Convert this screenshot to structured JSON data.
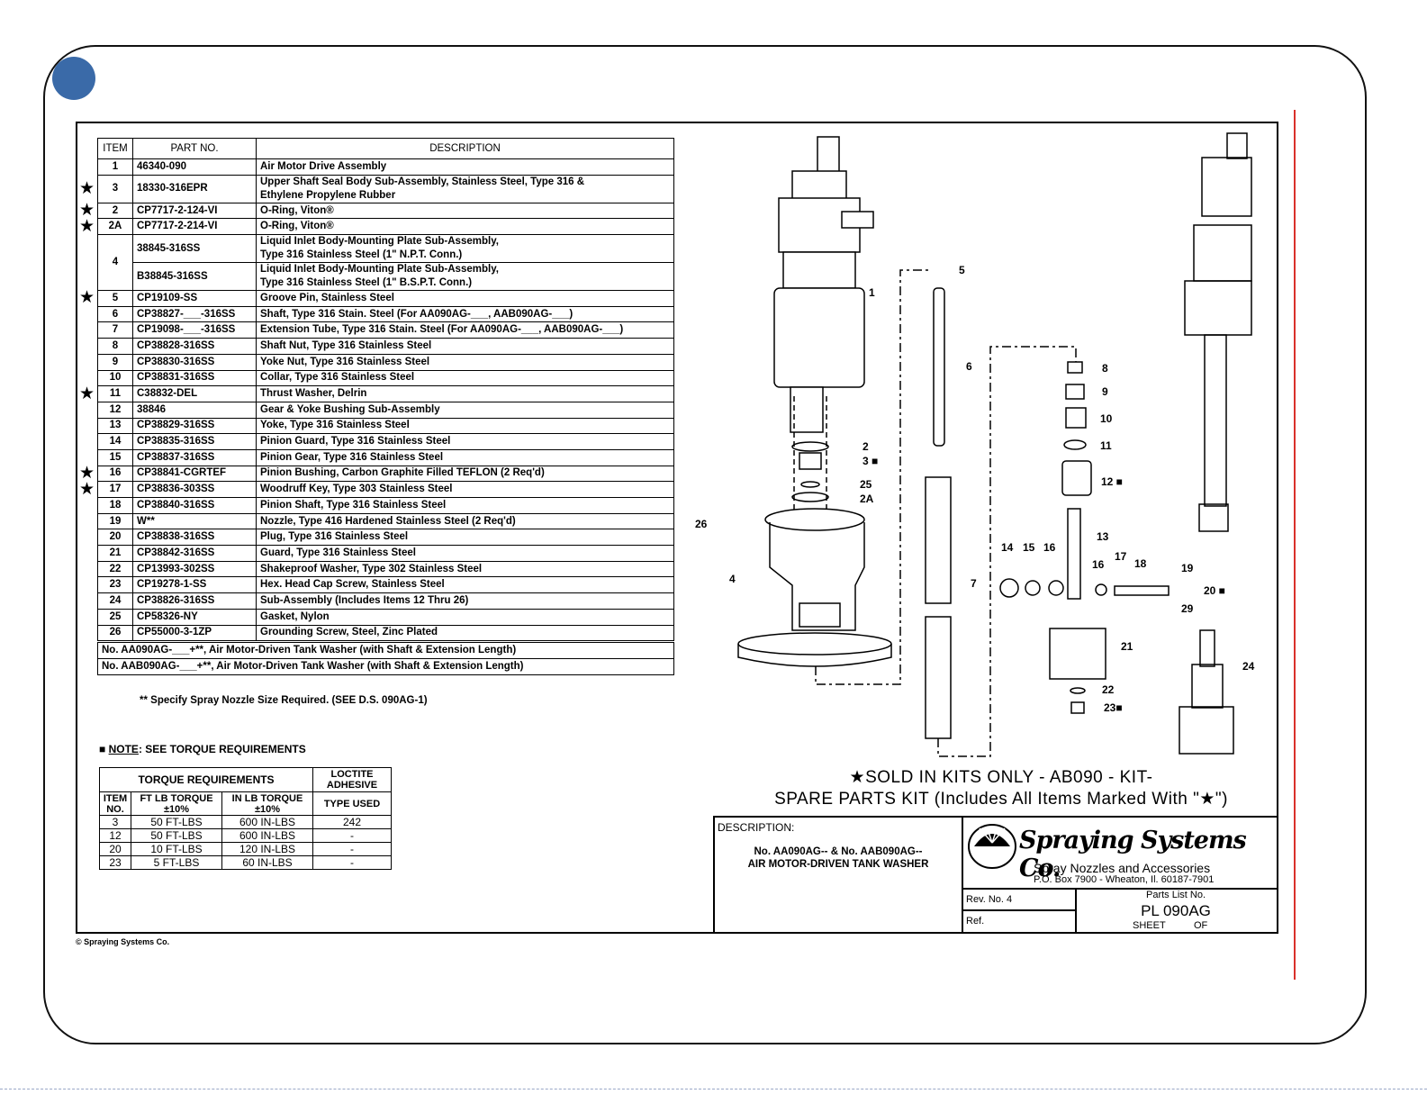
{
  "parts_table": {
    "headers": [
      "ITEM",
      "PART NO.",
      "DESCRIPTION"
    ],
    "rows": [
      {
        "item": "1",
        "part": "46340-090",
        "desc": "Air Motor Drive Assembly",
        "star": false
      },
      {
        "item": "3",
        "part": "18330-316EPR",
        "desc": "Upper Shaft Seal Body Sub-Assembly, Stainless Steel, Type 316 &",
        "desc2": "Ethylene Propylene Rubber",
        "star": true
      },
      {
        "item": "2",
        "part": "CP7717-2-124-VI",
        "desc": "O-Ring, Viton®",
        "star": true
      },
      {
        "item": "2A",
        "part": "CP7717-2-214-VI",
        "desc": "O-Ring, Viton®",
        "star": true
      },
      {
        "item": "4",
        "part": "38845-316SS",
        "desc": "Liquid Inlet Body-Mounting Plate Sub-Assembly,",
        "desc2": "Type 316 Stainless Steel (1\" N.P.T. Conn.)",
        "star": false
      },
      {
        "item": "",
        "part": "B38845-316SS",
        "desc": "Liquid Inlet Body-Mounting Plate Sub-Assembly,",
        "desc2": "Type 316 Stainless Steel (1\" B.S.P.T. Conn.)",
        "star": false
      },
      {
        "item": "5",
        "part": "CP19109-SS",
        "desc": "Groove Pin, Stainless Steel",
        "star": true
      },
      {
        "item": "6",
        "part": "CP38827-___-316SS",
        "desc": "Shaft, Type 316 Stain. Steel (For AA090AG-___, AAB090AG-___)",
        "star": false
      },
      {
        "item": "7",
        "part": "CP19098-___-316SS",
        "desc": "Extension Tube, Type 316 Stain. Steel (For AA090AG-___, AAB090AG-___)",
        "star": false
      },
      {
        "item": "8",
        "part": "CP38828-316SS",
        "desc": "Shaft Nut, Type 316 Stainless Steel",
        "star": false
      },
      {
        "item": "9",
        "part": "CP38830-316SS",
        "desc": "Yoke Nut, Type 316 Stainless Steel",
        "star": false
      },
      {
        "item": "10",
        "part": "CP38831-316SS",
        "desc": "Collar, Type 316 Stainless Steel",
        "star": false
      },
      {
        "item": "11",
        "part": "C38832-DEL",
        "desc": "Thrust Washer, Delrin",
        "star": true
      },
      {
        "item": "12",
        "part": "38846",
        "desc": "Gear & Yoke Bushing Sub-Assembly",
        "star": false
      },
      {
        "item": "13",
        "part": "CP38829-316SS",
        "desc": "Yoke, Type 316 Stainless Steel",
        "star": false
      },
      {
        "item": "14",
        "part": "CP38835-316SS",
        "desc": "Pinion Guard, Type 316 Stainless Steel",
        "star": false
      },
      {
        "item": "15",
        "part": "CP38837-316SS",
        "desc": "Pinion Gear, Type 316 Stainless Steel",
        "star": false
      },
      {
        "item": "16",
        "part": "CP38841-CGRTEF",
        "desc": "Pinion Bushing, Carbon Graphite Filled TEFLON (2 Req'd)",
        "star": true
      },
      {
        "item": "17",
        "part": "CP38836-303SS",
        "desc": "Woodruff Key, Type 303 Stainless Steel",
        "star": true
      },
      {
        "item": "18",
        "part": "CP38840-316SS",
        "desc": "Pinion Shaft, Type 316 Stainless Steel",
        "star": false
      },
      {
        "item": "19",
        "part": "W**",
        "desc": "Nozzle, Type 416 Hardened Stainless Steel (2 Req'd)",
        "star": false
      },
      {
        "item": "20",
        "part": "CP38838-316SS",
        "desc": "Plug, Type 316 Stainless Steel",
        "star": false
      },
      {
        "item": "21",
        "part": "CP38842-316SS",
        "desc": "Guard, Type 316 Stainless Steel",
        "star": false
      },
      {
        "item": "22",
        "part": "CP13993-302SS",
        "desc": "Shakeproof Washer, Type 302 Stainless Steel",
        "star": false
      },
      {
        "item": "23",
        "part": "CP19278-1-SS",
        "desc": "Hex. Head Cap Screw, Stainless Steel",
        "star": false
      },
      {
        "item": "24",
        "part": "CP38826-316SS",
        "desc": "Sub-Assembly (Includes Items 12 Thru 26)",
        "star": false
      },
      {
        "item": "25",
        "part": "CP58326-NY",
        "desc": "Gasket, Nylon",
        "star": false
      },
      {
        "item": "26",
        "part": "CP55000-3-1ZP",
        "desc": "Grounding Screw, Steel, Zinc Plated",
        "star": false
      }
    ],
    "model_rows": [
      "No. AA090AG-___+**, Air Motor-Driven Tank Washer (with Shaft & Extension Length)",
      "No. AAB090AG-___+**, Air Motor-Driven Tank Washer (with Shaft & Extension Length)"
    ],
    "specify_note": "** Specify Spray Nozzle Size Required. (SEE D.S. 090AG-1)"
  },
  "note": {
    "prefix": "■ ",
    "label": "NOTE",
    "text": ": SEE TORQUE REQUIREMENTS"
  },
  "torque": {
    "title": "TORQUE REQUIREMENTS",
    "loctite": "LOCTITE ADHESIVE",
    "col_item": "ITEM NO.",
    "col_ft": "FT LB TORQUE ±10%",
    "col_in": "IN LB TORQUE ±10%",
    "col_type": "TYPE USED",
    "rows": [
      {
        "item": "3",
        "ft": "50 FT-LBS",
        "in": "600 IN-LBS",
        "type": "242"
      },
      {
        "item": "12",
        "ft": "50 FT-LBS",
        "in": "600 IN-LBS",
        "type": "-"
      },
      {
        "item": "20",
        "ft": "10 FT-LBS",
        "in": "120 IN-LBS",
        "type": "-"
      },
      {
        "item": "23",
        "ft": "5 FT-LBS",
        "in": "60 IN-LBS",
        "type": "-"
      }
    ]
  },
  "kits_line1": "★SOLD IN KITS ONLY - AB090 - KIT-",
  "kits_line2": "SPARE PARTS KIT (Includes All Items Marked With \"★\")",
  "title_block": {
    "desc_label": "DESCRIPTION:",
    "desc_line1": "No. AA090AG-- & No. AAB090AG--",
    "desc_line2": "AIR MOTOR-DRIVEN TANK WASHER",
    "company": "Spraying Systems Co.",
    "company_sub": "Spray Nozzles and Accessories",
    "address": "P.O. Box 7900 - Wheaton, Il. 60187-7901",
    "rev": "Rev. No. 4",
    "ref": "Ref.",
    "parts_list_label": "Parts List No.",
    "parts_list_no": "PL 090AG",
    "sheet": "SHEET",
    "of": "OF"
  },
  "copyright": "© Spraying Systems Co.",
  "callouts": [
    "1",
    "2",
    "3 ■",
    "25",
    "2A",
    "26",
    "4",
    "5",
    "6",
    "7",
    "8",
    "9",
    "10",
    "11",
    "12 ■",
    "13",
    "14",
    "15",
    "16",
    "16",
    "17",
    "18",
    "19",
    "20 ■",
    "29",
    "21",
    "22",
    "23■",
    "24"
  ]
}
